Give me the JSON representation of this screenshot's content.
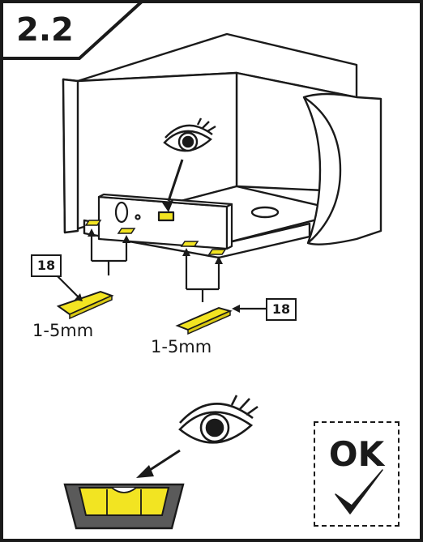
{
  "step": "2.2",
  "shim_part_number": "18",
  "shim_range_left": "1-5mm",
  "shim_range_right": "1-5mm",
  "ok_label": "OK",
  "colors": {
    "line": "#1a1a1a",
    "shim_yellow": "#f2e422",
    "vial_grey": "#5a5a5a"
  },
  "icons": [
    "eye-icon",
    "spirit-level",
    "shim",
    "bubble-vial",
    "checkmark-icon"
  ]
}
